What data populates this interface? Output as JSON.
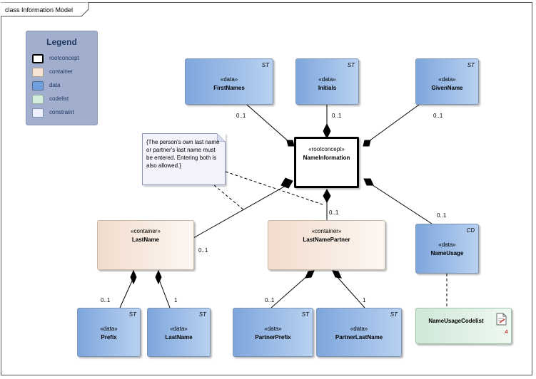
{
  "diagram": {
    "title": "class Information Model"
  },
  "legend": {
    "title": "Legend",
    "items": [
      {
        "label": "rootconcept",
        "color": "#ffffff",
        "border": "#000000"
      },
      {
        "label": "container",
        "color": "#f7e3d4",
        "border": "#b0a090"
      },
      {
        "label": "data",
        "color": "#6fa0dd",
        "border": "#506a90"
      },
      {
        "label": "codelist",
        "color": "#d4ecdc",
        "border": "#90b09c"
      },
      {
        "label": "constraint",
        "color": "#eef1fb",
        "border": "#8090b0"
      }
    ]
  },
  "nodes": {
    "firstnames": {
      "stereotype": "«data»",
      "name": "FirstNames",
      "tag": "ST"
    },
    "initials": {
      "stereotype": "«data»",
      "name": "Initials",
      "tag": "ST"
    },
    "givenname": {
      "stereotype": "«data»",
      "name": "GivenName",
      "tag": "ST"
    },
    "nameinformation": {
      "stereotype": "«rootconcept»",
      "name": "NameInformation"
    },
    "lastname_container": {
      "stereotype": "«container»",
      "name": "LastName"
    },
    "lastnamepartner": {
      "stereotype": "«container»",
      "name": "LastNamePartner"
    },
    "nameusage": {
      "stereotype": "«data»",
      "name": "NameUsage",
      "tag": "CD"
    },
    "prefix": {
      "stereotype": "«data»",
      "name": "Prefix",
      "tag": "ST"
    },
    "lastname_data": {
      "stereotype": "«data»",
      "name": "LastName",
      "tag": "ST"
    },
    "partnerprefix": {
      "stereotype": "«data»",
      "name": "PartnerPrefix",
      "tag": "ST"
    },
    "partnerlastname": {
      "stereotype": "«data»",
      "name": "PartnerLastName",
      "tag": "ST"
    },
    "nameusagecodelist": {
      "name": "NameUsageCodelist",
      "badge": "A"
    }
  },
  "note": {
    "text": "{The person's own last name or partner's last name must be entered. Entering both is also allowed.}"
  },
  "multiplicities": {
    "firstnames": "0..1",
    "initials": "0..1",
    "givenname": "0..1",
    "lastnamepartner": "0..1",
    "nameusage": "0..1",
    "lastname": "0..1",
    "prefix": "0..1",
    "lastname_data": "1",
    "partnerprefix": "0..1",
    "partnerlastname": "1"
  }
}
